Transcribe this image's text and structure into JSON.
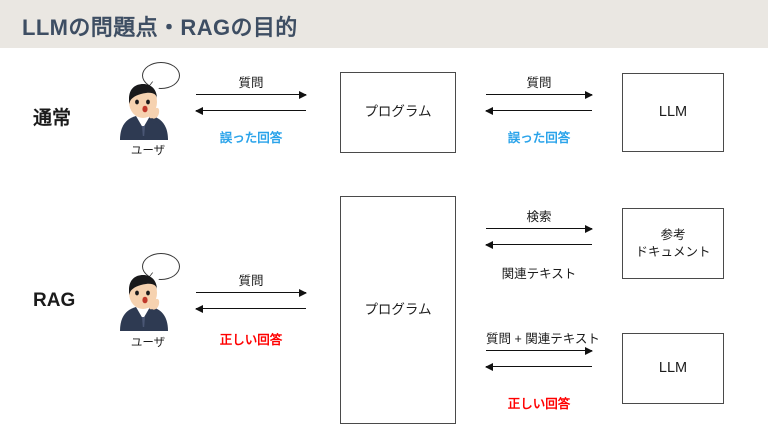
{
  "header": {
    "title": "LLMの問題点・RAGの目的",
    "background_color": "#EAE7E2",
    "title_color": "#3E4E63"
  },
  "colors": {
    "incorrect_answer": "#29A3EA",
    "correct_answer": "#FF0000",
    "box_border": "#4A4A4A",
    "arrow": "#111111",
    "text": "#1B1B1B"
  },
  "rows": {
    "normal": {
      "label": "通常",
      "actor": {
        "icon": "person-thinking-icon",
        "caption": "ユーザ"
      },
      "boxes": {
        "program": "プログラム",
        "llm": "LLM"
      },
      "flows": {
        "user_to_program": {
          "forward_label": "質問",
          "backward_label": "誤った回答",
          "backward_color": "#29A3EA"
        },
        "program_to_llm": {
          "forward_label": "質問",
          "backward_label": "誤った回答",
          "backward_color": "#29A3EA"
        }
      }
    },
    "rag": {
      "label": "RAG",
      "actor": {
        "icon": "person-thinking-icon",
        "caption": "ユーザ"
      },
      "boxes": {
        "program": "プログラム",
        "reference_document_line1": "参考",
        "reference_document_line2": "ドキュメント",
        "llm": "LLM"
      },
      "flows": {
        "user_to_program": {
          "forward_label": "質問",
          "backward_label": "正しい回答",
          "backward_color": "#FF0000"
        },
        "program_to_reference": {
          "forward_label": "検索",
          "backward_label": "関連テキスト",
          "backward_color": "#1B1B1B"
        },
        "program_to_llm": {
          "forward_label": "質問 + 関連テキスト",
          "backward_label": "正しい回答",
          "backward_color": "#FF0000"
        }
      }
    }
  }
}
